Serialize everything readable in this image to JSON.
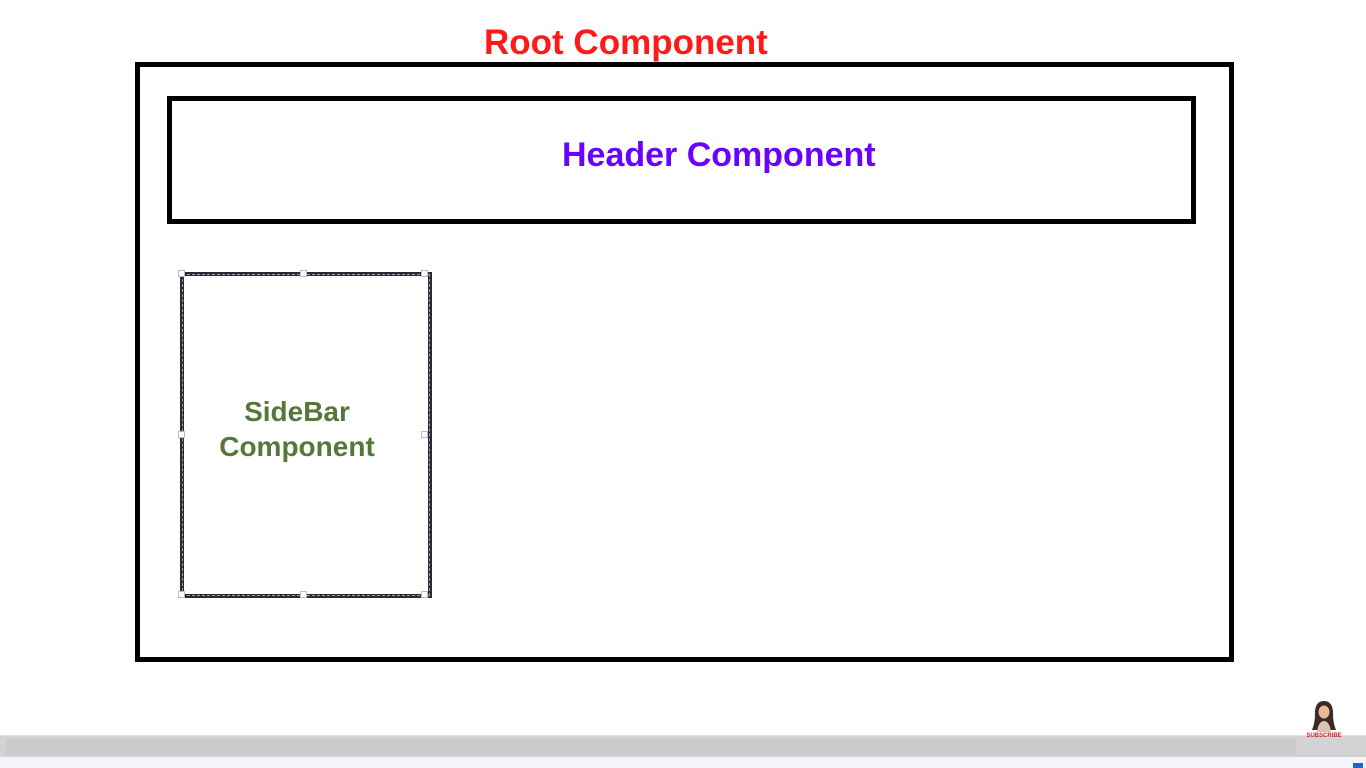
{
  "diagram": {
    "root": {
      "label": "Root Component",
      "color": "#ff1a1a"
    },
    "header": {
      "label": "Header Component",
      "color": "#6a00ff"
    },
    "sidebar": {
      "line1": "SideBar",
      "line2": "Component",
      "color": "#56773a"
    }
  },
  "overlay": {
    "subscribe_label": "SUBSCRIBE",
    "icon": "subscribe-avatar-icon"
  }
}
